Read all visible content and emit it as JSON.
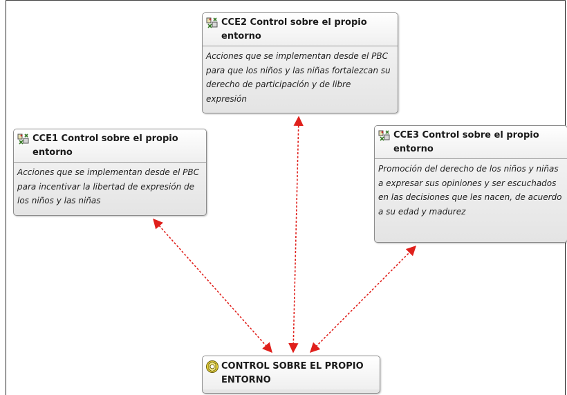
{
  "nodes": {
    "cce2": {
      "icon": "code-family-icon",
      "title": "CCE2 Control sobre el propio entorno",
      "description": "Acciones que se implementan desde el PBC para que los niños y las niñas fortalezcan su derecho de participación y de libre expresión"
    },
    "cce1": {
      "icon": "code-family-icon",
      "title": "CCE1 Control sobre el propio entorno",
      "description": "Acciones que se implementan desde el PBC para incentivar la libertad de expresión de los niños y las niñas"
    },
    "cce3": {
      "icon": "code-family-icon",
      "title": "CCE3 Control sobre el propio entorno",
      "description": "Promoción del derecho de los niños y niñas a expresar sus opiniones y ser escuchados en las decisiones que les nacen, de acuerdo a su edad y madurez"
    },
    "main": {
      "icon": "network-node-icon",
      "title": "CONTROL SOBRE EL PROPIO ENTORNO"
    }
  },
  "links": [
    {
      "from": "main",
      "to": "cce1",
      "style": "dashed",
      "color": "#e0201c",
      "arrows": "both"
    },
    {
      "from": "main",
      "to": "cce2",
      "style": "dashed",
      "color": "#e0201c",
      "arrows": "both"
    },
    {
      "from": "main",
      "to": "cce3",
      "style": "dashed",
      "color": "#e0201c",
      "arrows": "both"
    }
  ]
}
